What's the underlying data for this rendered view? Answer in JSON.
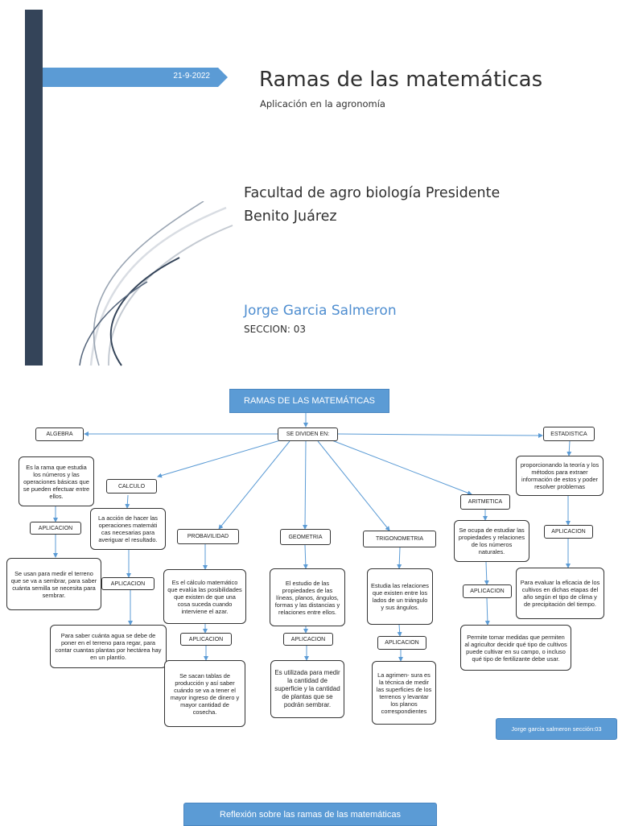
{
  "cover": {
    "date": "21-9-2022",
    "title": "Ramas de las matemáticas",
    "subtitle": "Aplicación en la agronomía",
    "faculty_line1": "Facultad de agro biología Presidente",
    "faculty_line2": "Benito Juárez",
    "author": "Jorge Garcia Salmeron",
    "section": "SECCION: 03"
  },
  "diagram": {
    "title": "RAMAS DE LAS MATEMÁTICAS",
    "hub": "SE DIVIDEN EN:",
    "application_label": "APLICACION",
    "branches": {
      "algebra": {
        "name": "ALGEBRA",
        "description": "Es la rama que estudia los números y las operaciones básicas que se pueden efectuar entre ellos.",
        "application": "Se usan para medir el terreno que se va a sembrar, para saber cuánta semilla se necesita para sembrar."
      },
      "calculo": {
        "name": "CALCULO",
        "description": "La acción de hacer las operaciones matemáti cas necesarias para averiguar el resultado.",
        "application": "Para saber cuánta agua se debe de poner en el terreno para regar, para contar cuantas plantas por hectárea hay en un plantío."
      },
      "probabilidad": {
        "name": "PROBAVILIDAD",
        "description": "Es el cálculo matemático que evalúa las posibilidades que existen de que una cosa suceda cuando interviene el azar.",
        "application": "Se sacan tablas de producción y así saber cuándo se va a tener el mayor ingreso de dinero y mayor cantidad de cosecha."
      },
      "geometria": {
        "name": "GEOMETRIA",
        "description": "El estudio de las propiedades de las líneas, planos, ángulos, formas y las distancias y relaciones entre ellos.",
        "application": "Es utilizada para medir la cantidad de superficie y la cantidad de plantas que se podrán sembrar."
      },
      "trigonometria": {
        "name": "TRIGONOMETRIA",
        "description": "Estudia las relaciones que existen entre los lados de un triángulo y sus ángulos.",
        "application": "La agrimen- sura es la técnica de medir las superficies de los terrenos y levantar los planos correspondientes"
      },
      "aritmetica": {
        "name": "ARITMETICA",
        "description": "Se ocupa de estudiar las propiedades y relaciones de los números naturales.",
        "application": "Permite tomar medidas que permiten al agricultor decidir qué tipo de cultivos puede cultivar en su campo, o incluso qué tipo de fertilizante debe usar."
      },
      "estadistica": {
        "name": "ESTADISTICA",
        "description": "proporcionando la teoría y los métodos para extraer información de estos y poder resolver problemas",
        "application": "Para evaluar la eficacia de los cultivos en dichas etapas del año según el tipo de clima y de precipitación del tiempo."
      }
    },
    "signature": "Jorge garcia salmeron sección:03"
  },
  "reflection": {
    "title": "Reflexión sobre las ramas de las matemáticas"
  },
  "colors": {
    "sidebar": "#344459",
    "accent_blue": "#5b9bd5",
    "author_blue": "#4f8ed0",
    "arrow_blue": "#5b9bd5"
  }
}
